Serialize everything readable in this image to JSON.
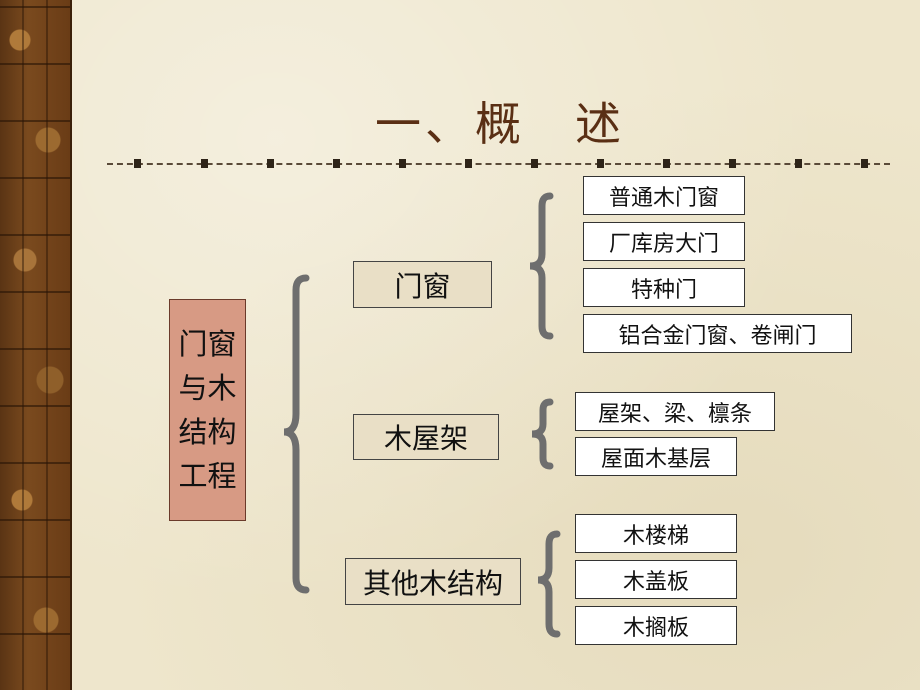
{
  "title": "一、概　述",
  "root": {
    "lines": [
      "门窗",
      "与木",
      "结构",
      "工程"
    ]
  },
  "branches": [
    {
      "label": "门窗",
      "items": [
        "普通木门窗",
        "厂库房大门",
        "特种门",
        "铝合金门窗、卷闸门"
      ]
    },
    {
      "label": "木屋架",
      "items": [
        "屋架、梁、檩条",
        "屋面木基层"
      ]
    },
    {
      "label": "其他木结构",
      "items": [
        "木楼梯",
        "木盖板",
        "木搁板"
      ]
    }
  ],
  "colors": {
    "background": "#eee6cc",
    "title": "#5a2f14",
    "root_box": "#d79a84",
    "branch_box": "#e9dfc6",
    "brace": "#6e6e6e"
  }
}
